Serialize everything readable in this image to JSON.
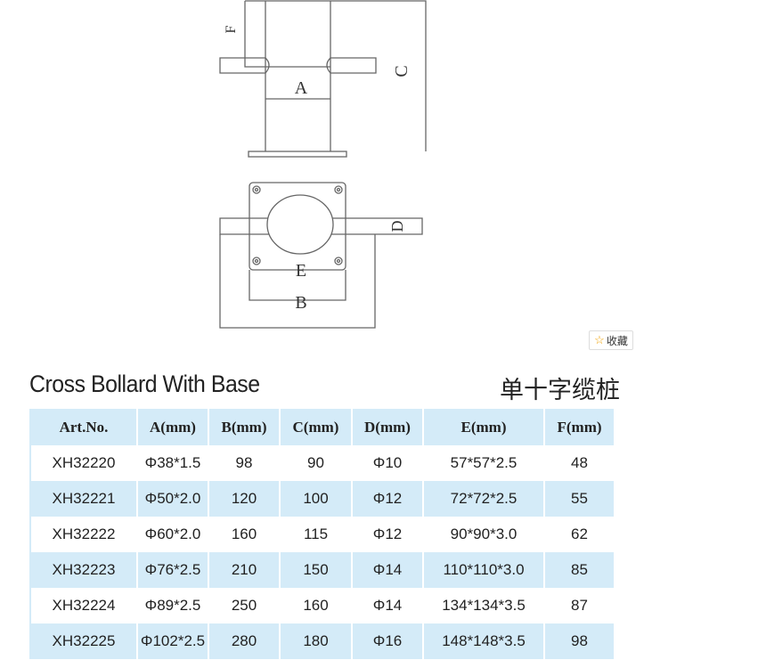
{
  "diagram_labels": {
    "a": "A",
    "b": "B",
    "c": "C",
    "d": "D",
    "e": "E",
    "f": "F"
  },
  "favorite_button": {
    "icon": "star-icon",
    "label": "收藏"
  },
  "title_en": "Cross Bollard With Base",
  "title_cn": "单十字缆桩",
  "table": {
    "headers": [
      "Art.No.",
      "A(mm)",
      "B(mm)",
      "C(mm)",
      "D(mm)",
      "E(mm)",
      "F(mm)"
    ],
    "rows": [
      [
        "XH32220",
        "Φ38*1.5",
        "98",
        "90",
        "Φ10",
        "57*57*2.5",
        "48"
      ],
      [
        "XH32221",
        "Φ50*2.0",
        "120",
        "100",
        "Φ12",
        "72*72*2.5",
        "55"
      ],
      [
        "XH32222",
        "Φ60*2.0",
        "160",
        "115",
        "Φ12",
        "90*90*3.0",
        "62"
      ],
      [
        "XH32223",
        "Φ76*2.5",
        "210",
        "150",
        "Φ14",
        "110*110*3.0",
        "85"
      ],
      [
        "XH32224",
        "Φ89*2.5",
        "250",
        "160",
        "Φ14",
        "134*134*3.5",
        "87"
      ],
      [
        "XH32225",
        "Φ102*2.5",
        "280",
        "180",
        "Φ16",
        "148*148*3.5",
        "98"
      ]
    ]
  }
}
